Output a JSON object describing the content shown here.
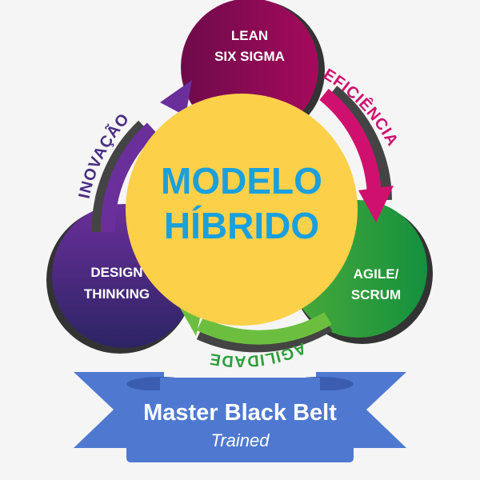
{
  "diagram": {
    "center": {
      "line1": "MODELO",
      "line2": "HÍBRIDO"
    },
    "nodes": [
      {
        "id": "lean",
        "line1": "LEAN",
        "line2": "SIX SIGMA",
        "color": "#9c0a5a"
      },
      {
        "id": "agile",
        "line1": "AGILE/",
        "line2": "SCRUM",
        "color": "#2f9e44"
      },
      {
        "id": "design",
        "line1": "DESIGN",
        "line2": "THINKING",
        "color": "#3b2a7a"
      }
    ],
    "arrows": [
      {
        "id": "eficiencia",
        "label": "EFICIÊNCIA",
        "color": "#d0106e"
      },
      {
        "id": "agilidade",
        "label": "AGILIDADE",
        "color": "#2e9e3e"
      },
      {
        "id": "inovacao",
        "label": "INOVAÇÃO",
        "color": "#4a2e82"
      }
    ],
    "colors": {
      "center": "#fdd04a",
      "center_text": "#1aa0dc",
      "shadow": "#444444"
    }
  },
  "banner": {
    "title": "Master Black Belt",
    "subtitle": "Trained",
    "color": "#4f79d0",
    "fold_color": "#3a5db0"
  }
}
